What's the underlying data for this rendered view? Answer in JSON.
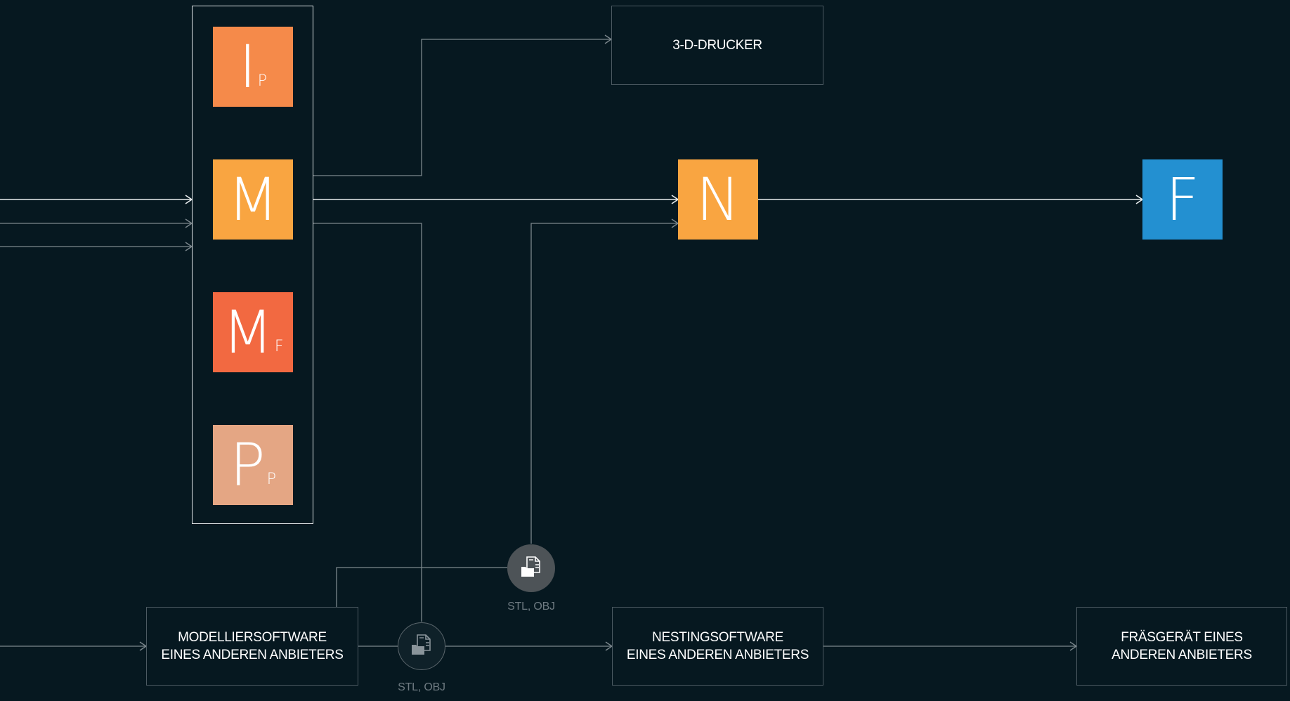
{
  "tiles": {
    "ip": {
      "main": "I",
      "sub": "P",
      "color": "#f58a4a"
    },
    "m": {
      "main": "M",
      "sub": "",
      "color": "#f9a541"
    },
    "mf": {
      "main": "M",
      "sub": "F",
      "color": "#f26941"
    },
    "pp": {
      "main": "P",
      "sub": "P",
      "color": "#e4a684"
    },
    "n": {
      "main": "N",
      "sub": "",
      "color": "#f9a541"
    },
    "f": {
      "main": "F",
      "sub": "",
      "color": "#2390d1"
    }
  },
  "boxes": {
    "printer": {
      "lines": [
        "3-D-DRUCKER"
      ]
    },
    "modelling": {
      "lines": [
        "MODELLIERSOFTWARE",
        "EINES ANDEREN ANBIETERS"
      ]
    },
    "nesting": {
      "lines": [
        "NESTINGSOFTWARE",
        "EINES ANDEREN ANBIETERS"
      ]
    },
    "milling": {
      "lines": [
        "FRÄSGERÄT EINES",
        "ANDEREN ANBIETERS"
      ]
    }
  },
  "files": {
    "upper": {
      "label": "STL, OBJ",
      "icon": "file-folder-icon"
    },
    "lower": {
      "label": "STL, OBJ",
      "icon": "file-folder-icon"
    }
  },
  "colors": {
    "background": "#061820",
    "frame": "#dfe4e6",
    "connector_primary": "#e8ecee",
    "connector_secondary": "#7c878d",
    "box_border": "#4c5a62",
    "icon_upper_bg": "#4d5357",
    "icon_lower_bg": "#0f2129"
  }
}
